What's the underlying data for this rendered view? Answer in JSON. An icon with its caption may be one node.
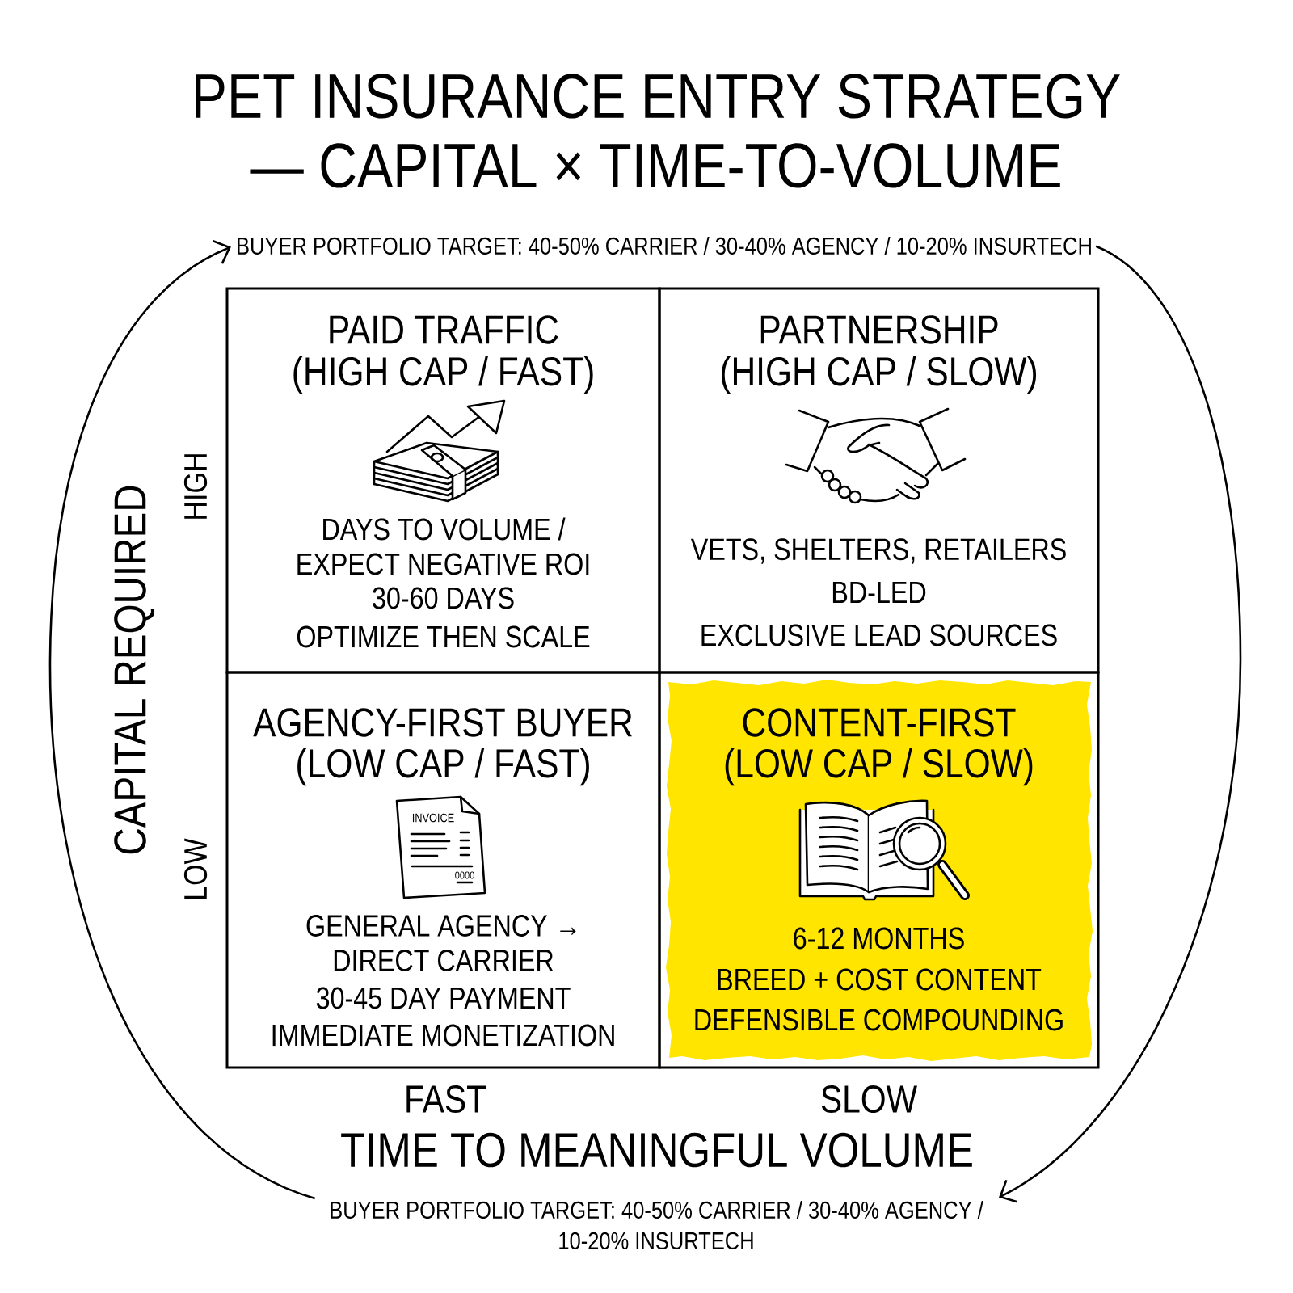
{
  "diagram": {
    "title": "PET INSURANCE ENTRY STRATEGY — CAPITAL × TIME-TO-VOLUME",
    "nodes": [
      {
        "text": [
          "BUYER PORTFOLIO TARGET: 40-50% CARRIER / 30-40% AGENCY / 10-20% INSURTECH"
        ]
      },
      {
        "text": [
          "PAID TRAFFIC",
          "(HIGH CAP / FAST)",
          "DAYS TO VOLUME / EXPECT NEGATIVE ROI",
          "30-60 DAYS",
          "OPTIMIZE THEN SCALE"
        ]
      },
      {
        "text": [
          "PARTNERSHIP",
          "(HIGH CAP / SLOW)",
          "VETS, SHELTERS, RETAILERS",
          "BD-LED",
          "EXCLUSIVE LEAD SOURCES"
        ]
      },
      {
        "text": [
          "AGENCY-FIRST BUYER",
          "(LOW CAP / FAST)",
          "GENERAL AGENCY → DIRECT CARRIER",
          "30-45 DAY PAYMENT",
          "IMMEDIATE MONETIZATION"
        ]
      },
      {
        "text": [
          "CONTENT-FIRST",
          "(LOW CAP / SLOW)",
          "6-12 MONTHS",
          "BREED + COST CONTENT",
          "DEFENSIBLE COMPOUNDING"
        ]
      },
      {
        "text": [
          "BUYER PORTFOLIO TARGET: 40-50% CARRIER / 30-40% AGENCY / 10-20% INSURTECH"
        ]
      }
    ],
    "edges": [
      {
        "from": 5,
        "to": 0,
        "arrow": "to"
      },
      {
        "from": 0,
        "to": 5,
        "arrow": "to"
      }
    ],
    "labels": [
      "HIGH",
      "CAPITAL REQUIRED",
      "LOW",
      "INVOICE",
      "0000",
      "FAST",
      "SLOW",
      "TIME TO MEANINGFUL VOLUME"
    ]
  }
}
